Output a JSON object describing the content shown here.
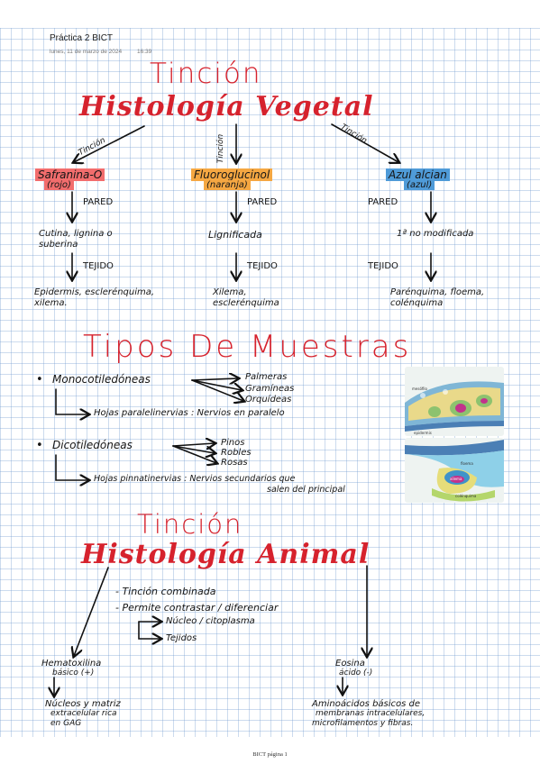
{
  "header": {
    "title": "Práctica 2 BICT",
    "date": "lunes, 11 de marzo de 2024",
    "time": "16:39"
  },
  "colors": {
    "red": "#d6222d",
    "safranina": "#f26d6d",
    "fluoroglucinol": "#f5a742",
    "azul_alcian": "#4f9bd8",
    "grid": "#aac3e3"
  },
  "vegetal": {
    "title_1": "Tinción",
    "title_2": "Histología Vegetal",
    "arrow_label": "Tinción",
    "stains": [
      {
        "name": "Safranina-O",
        "color_note": "(rojo)",
        "pared_label": "Pared",
        "pared_value": "Cutina, lignina o suberina",
        "tejido_label": "Tejido",
        "tejido_value": "Epidermis, esclerénquima, xilema."
      },
      {
        "name": "Fluoroglucinol",
        "color_note": "(naranja)",
        "pared_label": "Pared",
        "pared_value": "Lignificada",
        "tejido_label": "Tejido",
        "tejido_value": "Xilema, esclerénquima"
      },
      {
        "name": "Azul alcian",
        "color_note": "(azul)",
        "pared_label": "Pared",
        "pared_value": "1ª no modificada",
        "tejido_label": "Tejido",
        "tejido_value": "Parénquima, floema, colénquima"
      }
    ]
  },
  "muestras": {
    "title": "Tipos De Muestras",
    "mono": {
      "label": "Monocotiledóneas",
      "examples": [
        "Palmeras",
        "Gramíneas",
        "Orquídeas"
      ],
      "leaves": "Hojas paralelinervias : Nervios en paralelo"
    },
    "dico": {
      "label": "Dicotiledóneas",
      "examples": [
        "Pinos",
        "Robles",
        "Rosas"
      ],
      "leaves_1": "Hojas pinnatinervias : Nervios secundarios que",
      "leaves_2": "salen del principal"
    },
    "image_labels": [
      "mesófilo",
      "epidermis",
      "floema",
      "xilema",
      "colénquima"
    ]
  },
  "animal": {
    "title_1": "Tinción",
    "title_2": "Histología Animal",
    "notes": [
      "- Tinción combinada",
      "- Permite contrastar / diferenciar"
    ],
    "sub_notes": [
      "Núcleo / citoplasma",
      "Tejidos"
    ],
    "left_stain": "Hematoxilina",
    "left_type": "básico (+)",
    "left_result_1": "Núcleos y matriz",
    "left_result_2": "extracelular rica",
    "left_result_3": "en GAG",
    "right_stain": "Eosina",
    "right_type": "ácido (-)",
    "right_result_1": "Aminoácidos básicos de",
    "right_result_2": "membranas intracelulares,",
    "right_result_3": "microfilamentos y fibras."
  },
  "footer": "BICT página 1"
}
